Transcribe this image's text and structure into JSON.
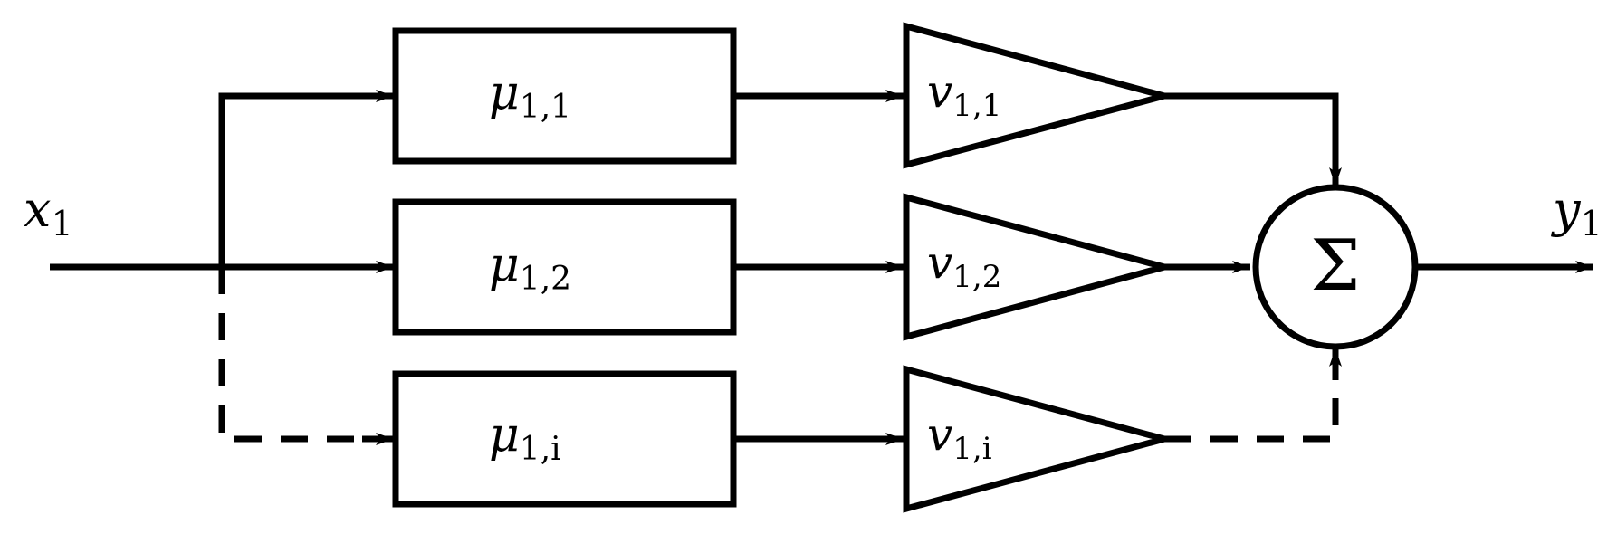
{
  "input": {
    "symbol": "x",
    "subscript": "1"
  },
  "output": {
    "symbol": "y",
    "subscript": "1"
  },
  "branches": [
    {
      "filter": {
        "symbol": "μ",
        "subscript": "1,1"
      },
      "gain": {
        "symbol": "v",
        "subscript": "1,1"
      },
      "style": "solid"
    },
    {
      "filter": {
        "symbol": "μ",
        "subscript": "1,2"
      },
      "gain": {
        "symbol": "v",
        "subscript": "1,2"
      },
      "style": "solid"
    },
    {
      "filter": {
        "symbol": "μ",
        "subscript": "1,i"
      },
      "gain": {
        "symbol": "v",
        "subscript": "1,i"
      },
      "style": "dashed"
    }
  ],
  "summer": {
    "symbol": "Σ"
  }
}
